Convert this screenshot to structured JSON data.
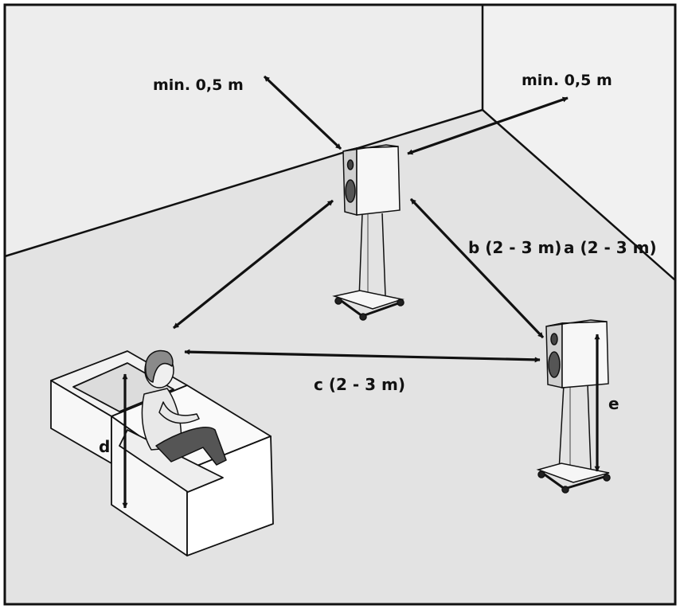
{
  "labels": {
    "wall_left": "min. 0,5 m",
    "wall_right": "min. 0,5 m",
    "a": "a (2 - 3 m)",
    "b": "b (2 - 3 m)",
    "c": "c (2 - 3 m)",
    "d": "d",
    "e": "e"
  },
  "colors": {
    "wall": "#eeeeee",
    "floor": "#e4e4e4",
    "line": "#111111",
    "furniture": "#ffffff",
    "person": "#e6e6e6",
    "legs": "#555555"
  }
}
